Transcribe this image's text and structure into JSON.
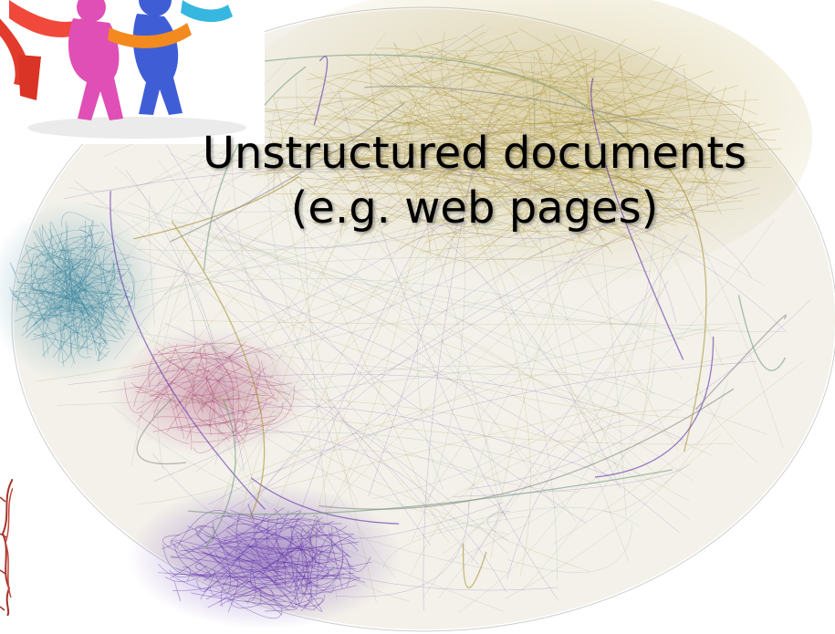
{
  "slide": {
    "title_line1": "Unstructured documents",
    "title_line2": "(e.g. web pages)"
  },
  "images": {
    "network": "web-link-network-graph",
    "clipart": "people-holding-hands-clipart",
    "seal": "red-ornamental-seal"
  },
  "colors": {
    "gold_cluster": "#a68f2a",
    "teal_cluster": "#2f7f9a",
    "magenta_cluster": "#a02a62",
    "violet_cluster": "#5a2aa8",
    "figure_red": "#e23b2d",
    "figure_pink": "#e04fb5",
    "figure_blue": "#3f5ed6",
    "figure_cyan": "#36b7e0"
  }
}
